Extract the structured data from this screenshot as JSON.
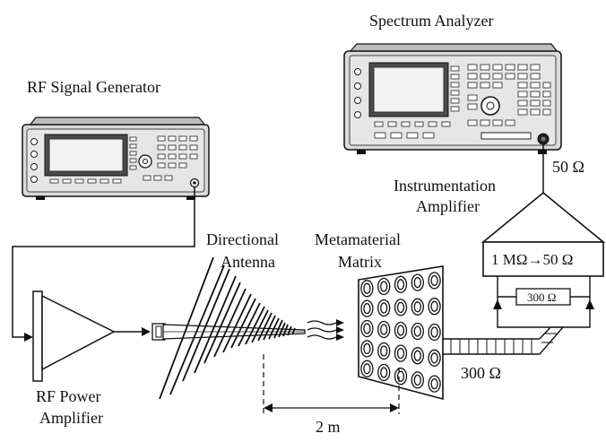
{
  "labels": {
    "spectrum_analyzer": "Spectrum Analyzer",
    "rf_signal_generator": "RF Signal Generator",
    "impedance_50": "50 Ω",
    "instrumentation_line1": "Instrumentation",
    "instrumentation_line2": "Amplifier",
    "directional_line1": "Directional",
    "directional_line2": "Antenna",
    "metamaterial_line1": "Metamaterial",
    "metamaterial_line2": "Matrix",
    "converter": "1 MΩ→50 Ω",
    "resistor_300": "300 Ω",
    "impedance_300": "300 Ω",
    "rf_power_line1": "RF Power",
    "rf_power_line2": "Amplifier",
    "distance": "2 m"
  },
  "colors": {
    "line": "#111111",
    "instrument_body": "#d9d9d9",
    "instrument_dark": "#4a4a4a",
    "screen": "#f2f2f2"
  }
}
